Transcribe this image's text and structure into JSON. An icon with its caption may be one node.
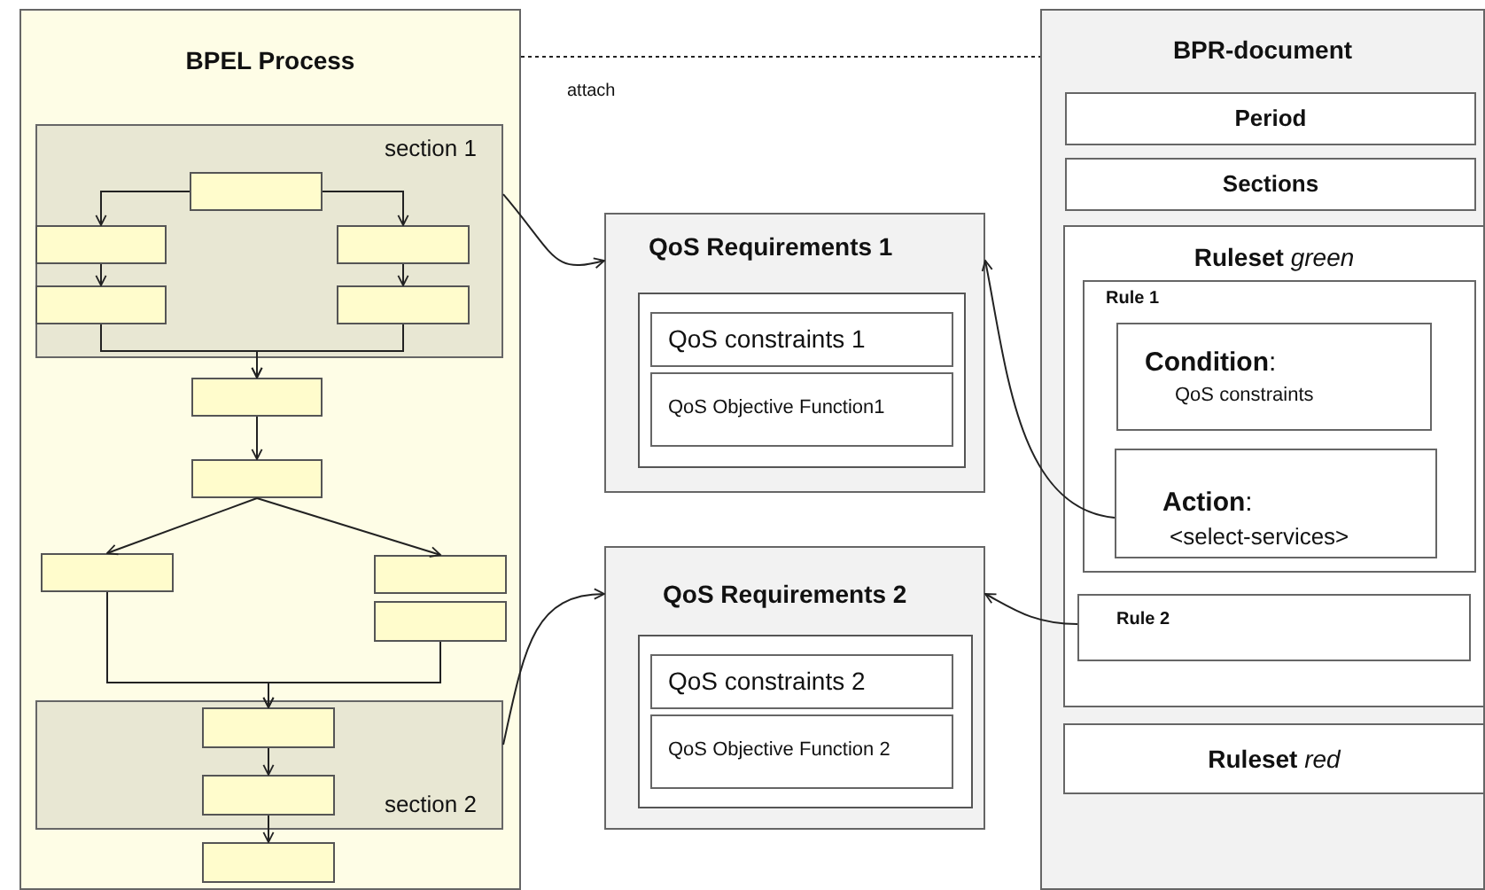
{
  "diagram": {
    "nodes": [
      {
        "text": [
          "BPEL Process"
        ]
      },
      {
        "text": [
          "section 1"
        ],
        "in": 0
      },
      {
        "text": [],
        "shape": "box",
        "in": 1
      },
      {
        "text": [],
        "shape": "box",
        "in": 1
      },
      {
        "text": [],
        "shape": "box",
        "in": 1
      },
      {
        "text": [],
        "shape": "box",
        "in": 1
      },
      {
        "text": [],
        "shape": "box",
        "in": 1
      },
      {
        "text": [],
        "shape": "box",
        "in": 0
      },
      {
        "text": [],
        "shape": "box",
        "in": 0
      },
      {
        "text": [],
        "shape": "box",
        "in": 0
      },
      {
        "text": [],
        "shape": "box",
        "in": 0
      },
      {
        "text": [],
        "shape": "box",
        "in": 0
      },
      {
        "text": [
          "section 2"
        ],
        "in": 0
      },
      {
        "text": [],
        "shape": "box",
        "in": 12
      },
      {
        "text": [],
        "shape": "box",
        "in": 12
      },
      {
        "text": [],
        "shape": "box",
        "in": 0
      },
      {
        "text": [
          "QoS Requirements 1"
        ]
      },
      {
        "text": [],
        "shape": "box",
        "in": 16
      },
      {
        "text": [
          "QoS constraints 1"
        ],
        "in": 17
      },
      {
        "text": [
          "QoS Objective Function1"
        ],
        "in": 17
      },
      {
        "text": [
          "QoS Requirements 2"
        ]
      },
      {
        "text": [],
        "shape": "box",
        "in": 20
      },
      {
        "text": [
          "QoS constraints 2"
        ],
        "in": 21
      },
      {
        "text": [
          "QoS Objective Function 2"
        ],
        "in": 21
      },
      {
        "text": [
          "BPR-document"
        ]
      },
      {
        "text": [
          "Period"
        ],
        "in": 24
      },
      {
        "text": [
          "Sections"
        ],
        "in": 24
      },
      {
        "text": [
          "**Ruleset** *green*"
        ],
        "in": 24
      },
      {
        "text": [
          "Rule 1"
        ],
        "in": 27
      },
      {
        "text": [
          "**Condition**:",
          "QoS constraints"
        ],
        "in": 28
      },
      {
        "text": [
          "**Action**:",
          "<select-services>"
        ],
        "in": 28
      },
      {
        "text": [
          "Rule 2"
        ],
        "in": 27
      },
      {
        "text": [
          "**Ruleset** *red*"
        ],
        "in": 24
      }
    ],
    "edges": [
      {
        "from": 2,
        "to": 3,
        "arrow": "to"
      },
      {
        "from": 2,
        "to": 4,
        "arrow": "to"
      },
      {
        "from": 3,
        "to": 5,
        "arrow": "to"
      },
      {
        "from": 4,
        "to": 6,
        "arrow": "to"
      },
      {
        "from": 5,
        "to": 7,
        "arrow": "to"
      },
      {
        "from": 6,
        "to": 7,
        "arrow": "to"
      },
      {
        "from": 7,
        "to": 8,
        "arrow": "to"
      },
      {
        "from": 8,
        "to": 9,
        "arrow": "to"
      },
      {
        "from": 8,
        "to": 10,
        "arrow": "to"
      },
      {
        "from": 9,
        "to": 13,
        "arrow": "to"
      },
      {
        "from": 11,
        "to": 13,
        "arrow": "to"
      },
      {
        "from": 13,
        "to": 14,
        "arrow": "to"
      },
      {
        "from": 14,
        "to": 15,
        "arrow": "to"
      },
      {
        "from": 0,
        "to": 24,
        "arrow": "none",
        "style": "dashed",
        "label": "attach"
      },
      {
        "from": 1,
        "to": 16,
        "arrow": "to"
      },
      {
        "from": 12,
        "to": 20,
        "arrow": "to"
      },
      {
        "from": 30,
        "to": 16,
        "arrow": "to"
      },
      {
        "from": 31,
        "to": 20,
        "arrow": "to"
      }
    ]
  }
}
